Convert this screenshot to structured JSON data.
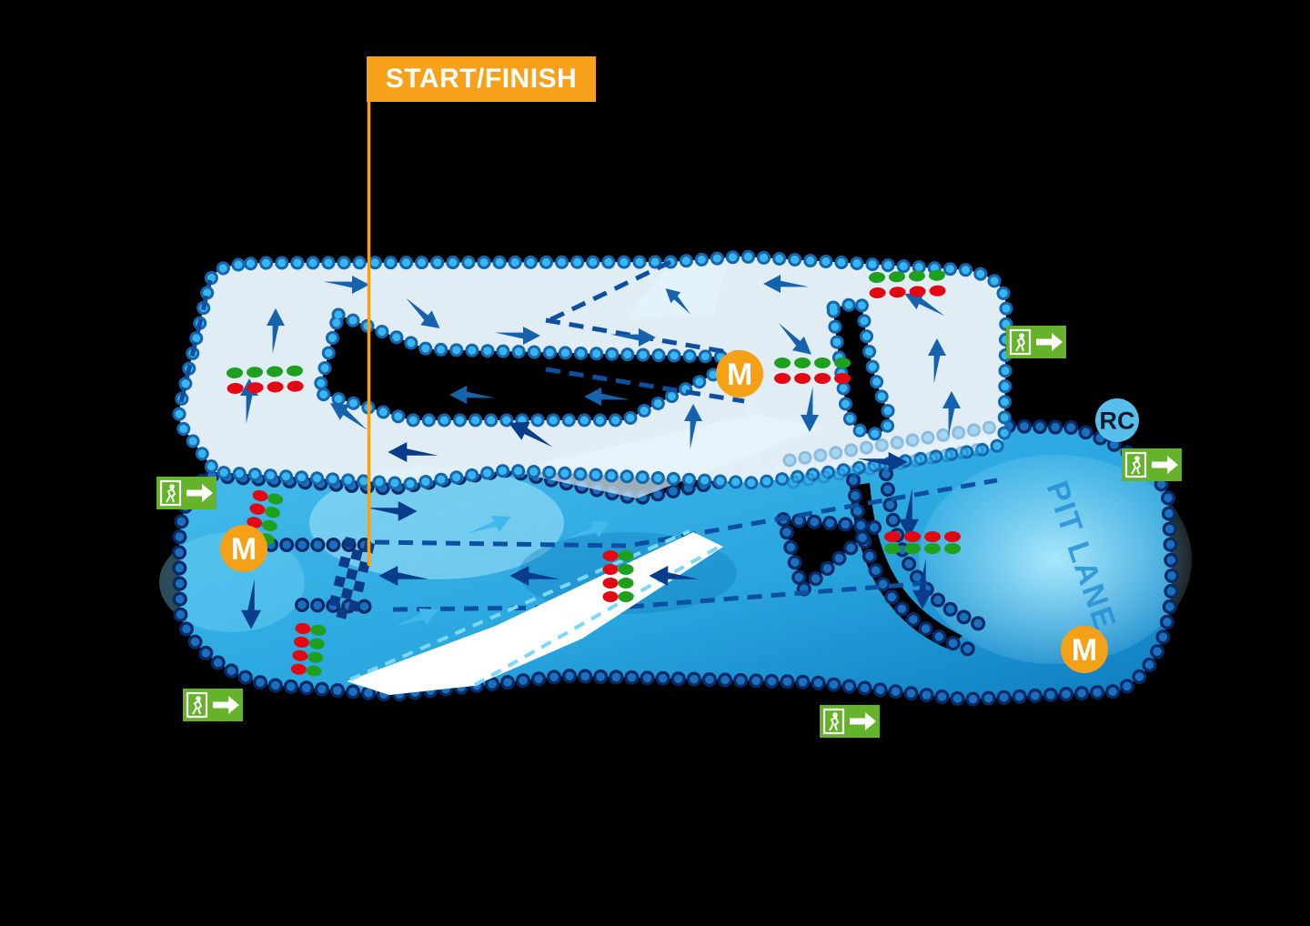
{
  "page": {
    "title": "Karting circuit track map",
    "background": "#000000"
  },
  "start_finish": {
    "label": "START/FINISH",
    "bg_color": "#F7A11B",
    "text_color": "#FFFFFF"
  },
  "track": {
    "pit_lane_label": "PIT LANE",
    "upper_level_color": "#E8F5FC",
    "lower_level_color": "#2AA7E0",
    "ramp_white_color": "#FFFFFF",
    "ramp_cyan_color": "#29ABE2",
    "barrier_light_dot": "#38B6EF",
    "barrier_light_ring": "#1566AE",
    "barrier_dark_dot": "#1B6FBF",
    "barrier_dark_ring": "#082A66",
    "checkered_color": "#0D3A85",
    "start_line_pointer_color": "#F7A11B"
  },
  "markers": {
    "marshal_label": "M",
    "marshal_color": "#F5A118",
    "marshal_count": 3,
    "race_control_label": "RC",
    "race_control_color": "#58BEEC"
  },
  "signs": {
    "exit_sign_color": "#64B32A",
    "exit_sign_count": 5
  },
  "lights": {
    "red_color": "#E30613",
    "green_color": "#1EA01E",
    "cluster_count": 7
  },
  "arrows": {
    "navy_color": "#0A3C8C",
    "medium_color": "#1563AE",
    "cyan_color": "#41B9ED"
  }
}
